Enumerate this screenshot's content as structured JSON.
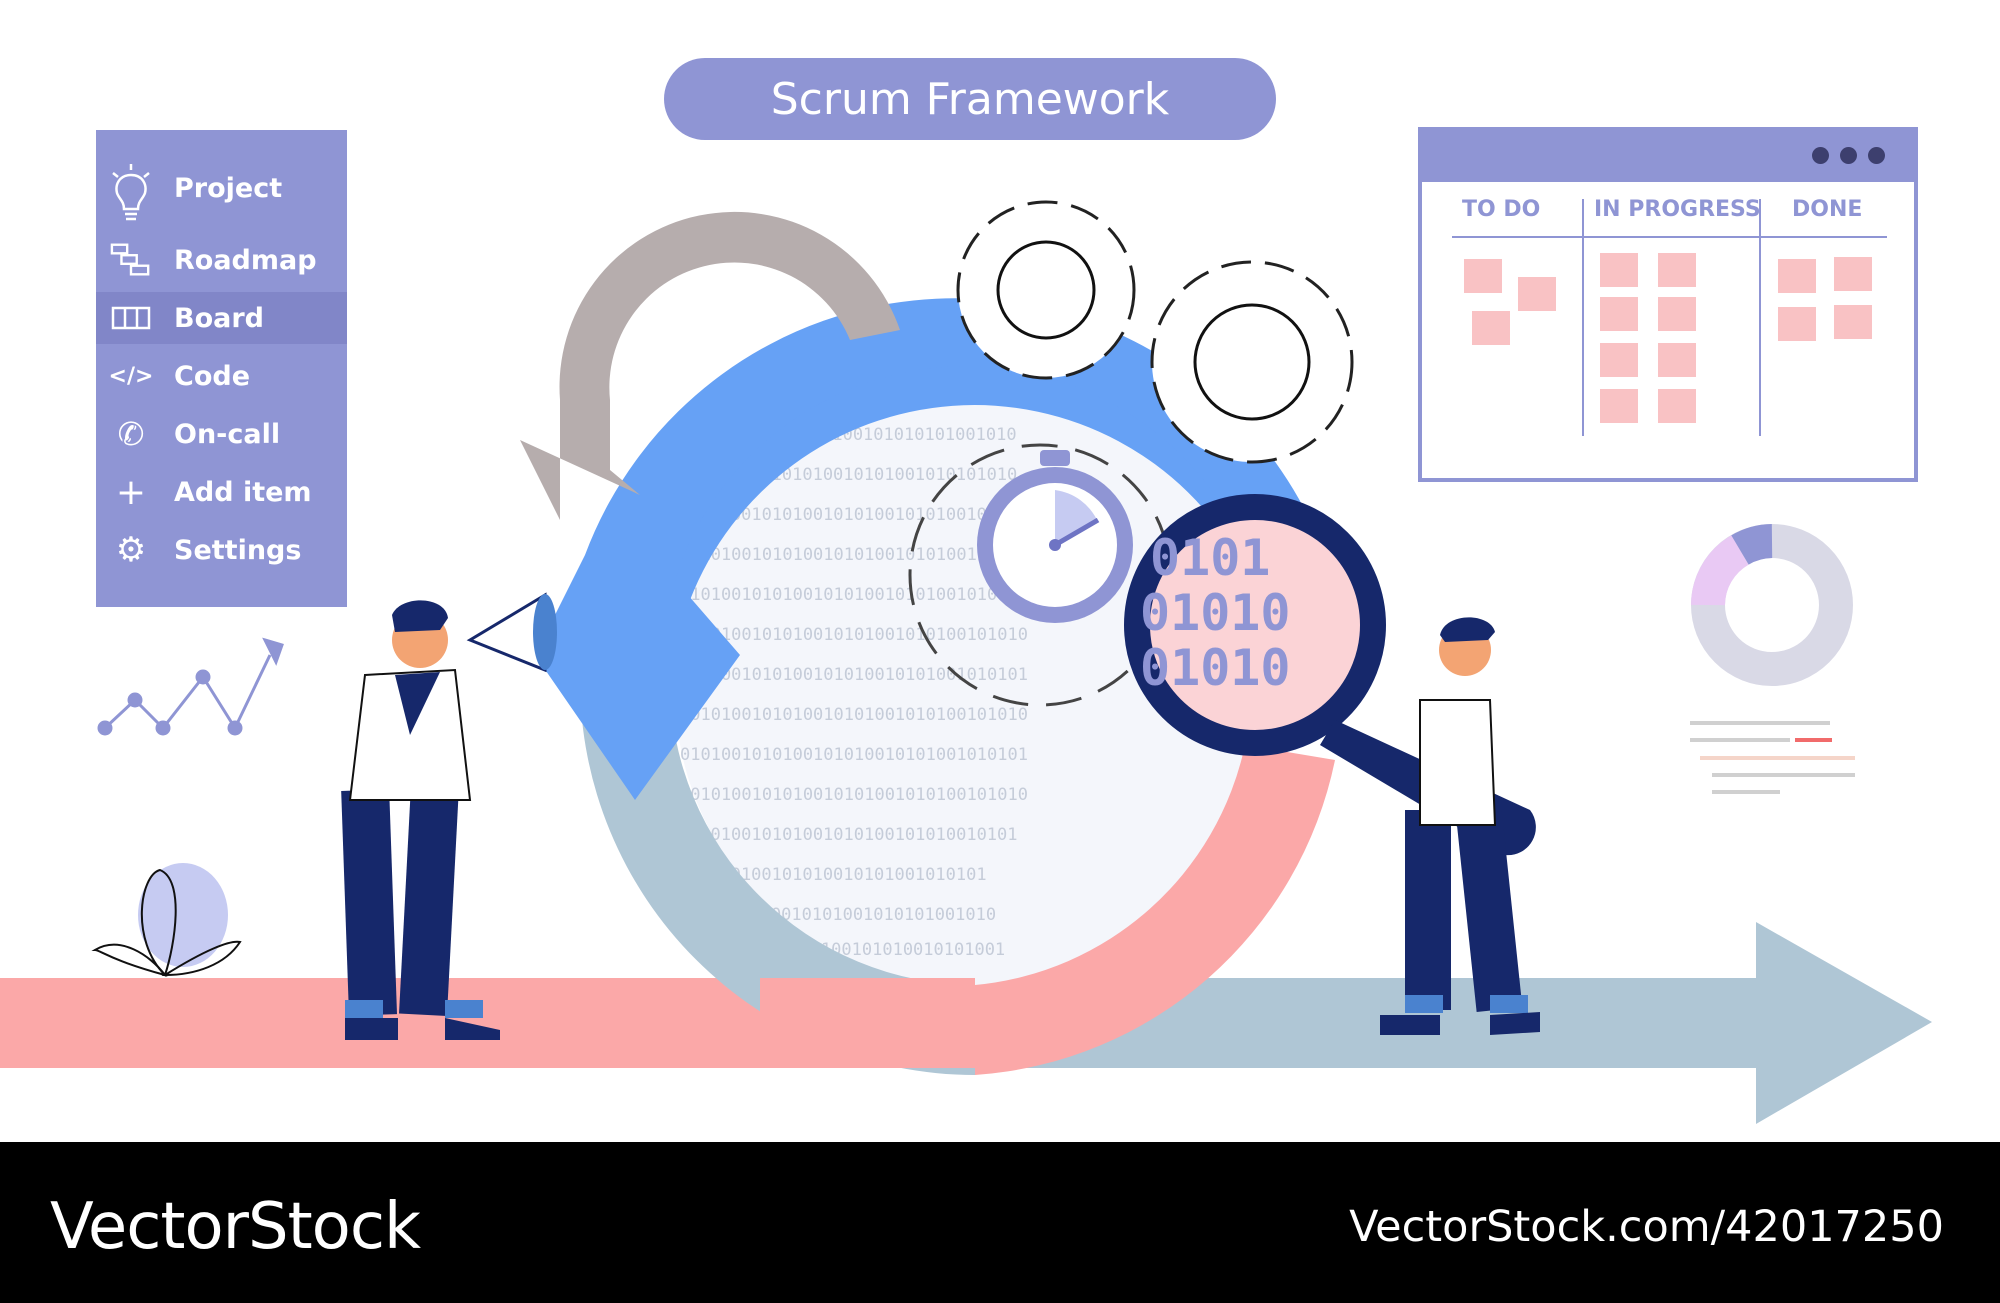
{
  "header": {
    "title": "Scrum Framework"
  },
  "sidebar": {
    "items": [
      {
        "label": "Project",
        "icon": "lightbulb-icon"
      },
      {
        "label": "Roadmap",
        "icon": "roadmap-icon"
      },
      {
        "label": "Board",
        "icon": "board-icon",
        "active": true
      },
      {
        "label": "Code",
        "icon": "code-icon",
        "glyph": "</>"
      },
      {
        "label": "On-call",
        "icon": "phone-icon",
        "glyph": "✆"
      },
      {
        "label": "Add item",
        "icon": "plus-icon",
        "glyph": "+"
      },
      {
        "label": "Settings",
        "icon": "gear-icon",
        "glyph": "⚙"
      }
    ]
  },
  "kanban": {
    "columns": [
      {
        "label": "TO DO"
      },
      {
        "label": "IN PROGRESS"
      },
      {
        "label": "DONE"
      }
    ]
  },
  "footer": {
    "brand": "VectorStock",
    "url": "VectorStock.com/42017250"
  },
  "colors": {
    "accent": "#8f95d4",
    "blue_arrow": "#66a1f5",
    "pink_arrow": "#fba8a8",
    "grey_arrow": "#afc6d5",
    "return_arrow": "#b6adad",
    "navy": "#16286b"
  }
}
